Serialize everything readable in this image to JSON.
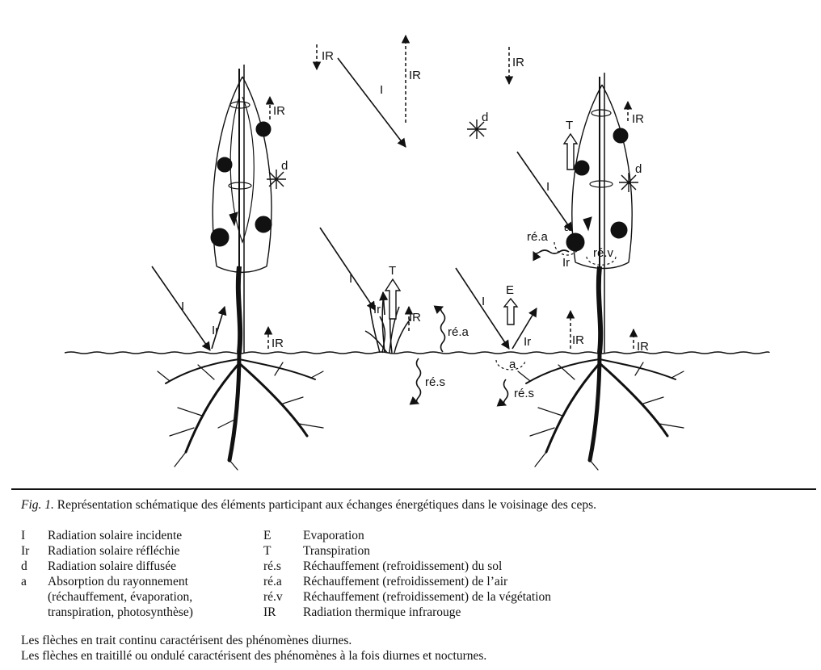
{
  "diagram": {
    "labels": {
      "I": "I",
      "Ir": "Ir",
      "IR": "IR",
      "d": "d",
      "T": "T",
      "E": "E",
      "a": "a",
      "rea": "ré.a",
      "res": "ré.s",
      "rev": "ré.v"
    }
  },
  "caption": {
    "figure_label": "Fig. 1.",
    "text": " Représentation schématique des éléments participant aux échanges énergétiques dans le voisinage des ceps."
  },
  "legend": [
    {
      "sym": "I",
      "desc": "Radiation solaire incidente",
      "sym2": "E",
      "desc2": "Evaporation"
    },
    {
      "sym": "Ir",
      "desc": "Radiation solaire réfléchie",
      "sym2": "T",
      "desc2": "Transpiration"
    },
    {
      "sym": "d",
      "desc": "Radiation solaire diffusée",
      "sym2": "ré.s",
      "desc2": "Réchauffement (refroidissement) du sol"
    },
    {
      "sym": "a",
      "desc": "Absorption du rayonnement",
      "sym2": "ré.a",
      "desc2": "Réchauffement (refroidissement) de l’air"
    },
    {
      "sym": "",
      "desc": "(réchauffement, évaporation,",
      "sym2": "ré.v",
      "desc2": "Réchauffement (refroidissement) de la végétation"
    },
    {
      "sym": "",
      "desc": "transpiration, photosynthèse)",
      "sym2": "IR",
      "desc2": "Radiation thermique infrarouge"
    }
  ],
  "notes": [
    "Les flèches en trait continu caractérisent des phénomènes diurnes.",
    "Les flèches en traitillé ou ondulé caractérisent des phénomènes à la fois diurnes et nocturnes."
  ]
}
